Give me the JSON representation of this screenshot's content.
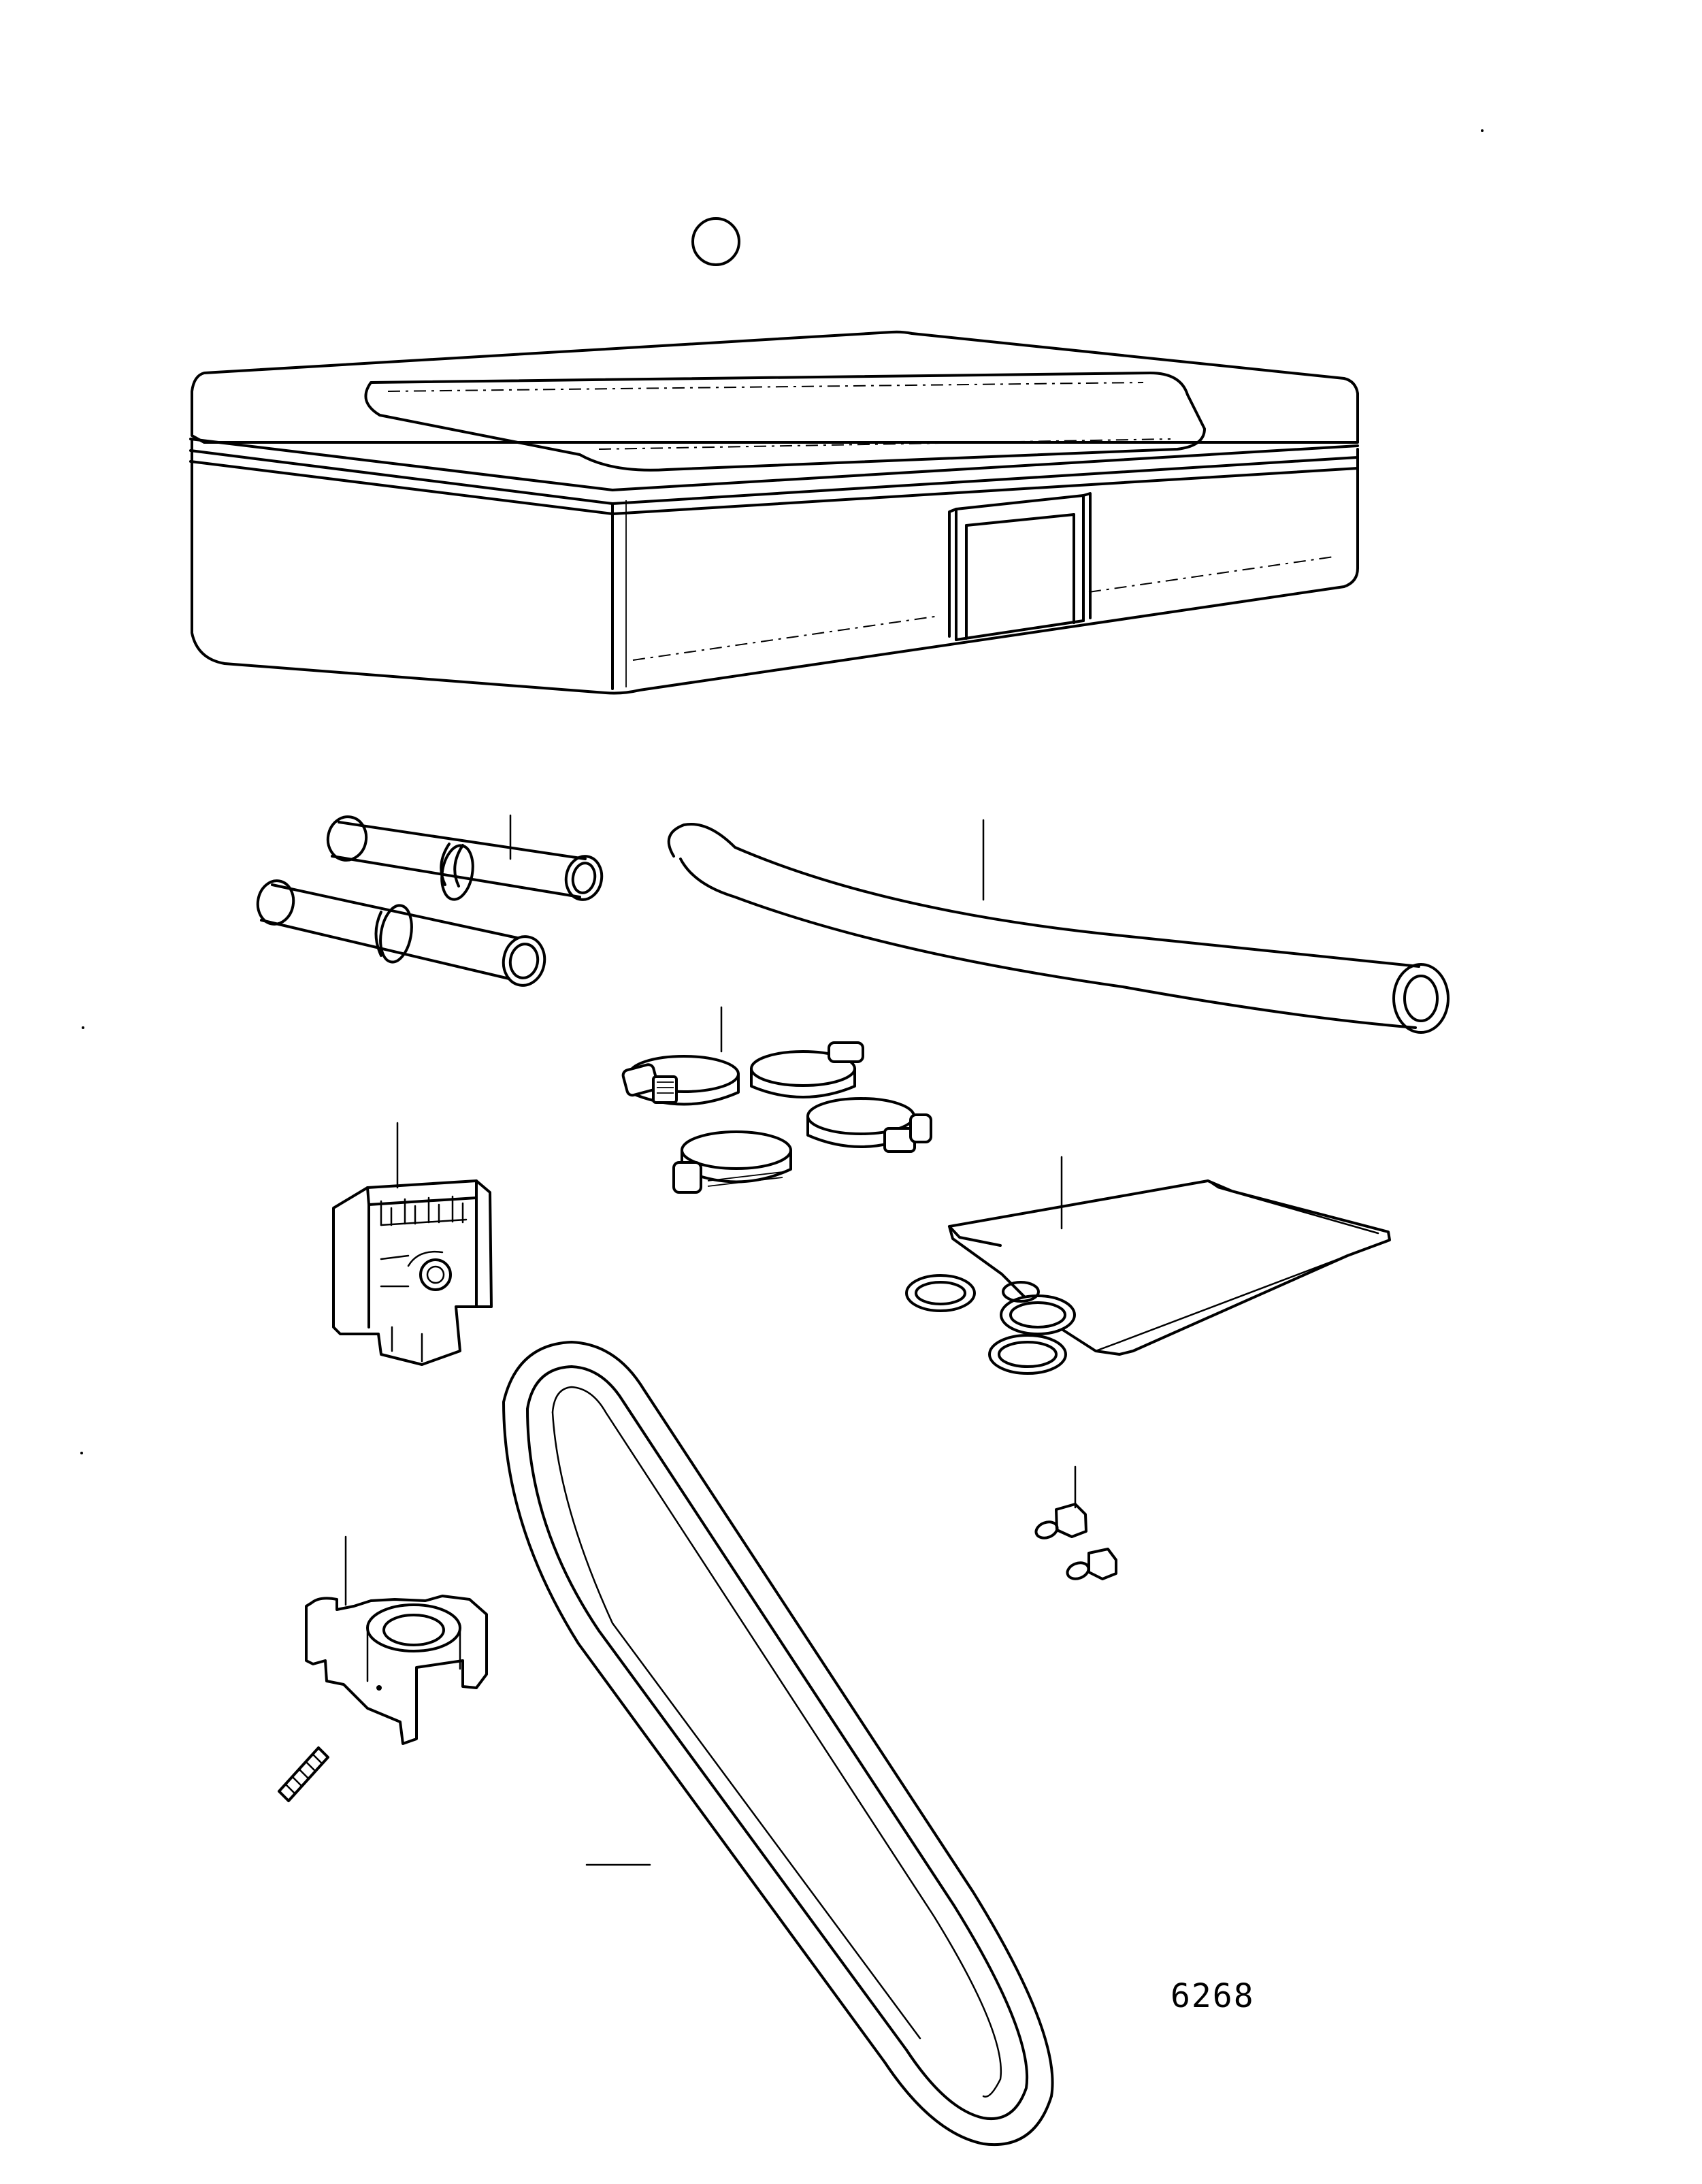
{
  "figure": {
    "number": "6268"
  },
  "parts": [
    "storage-box",
    "hose-connectors",
    "hose",
    "hose-clamps",
    "connector-block",
    "sealing-rings-kit",
    "impeller",
    "impeller-screw",
    "drive-belt",
    "bulbs"
  ]
}
